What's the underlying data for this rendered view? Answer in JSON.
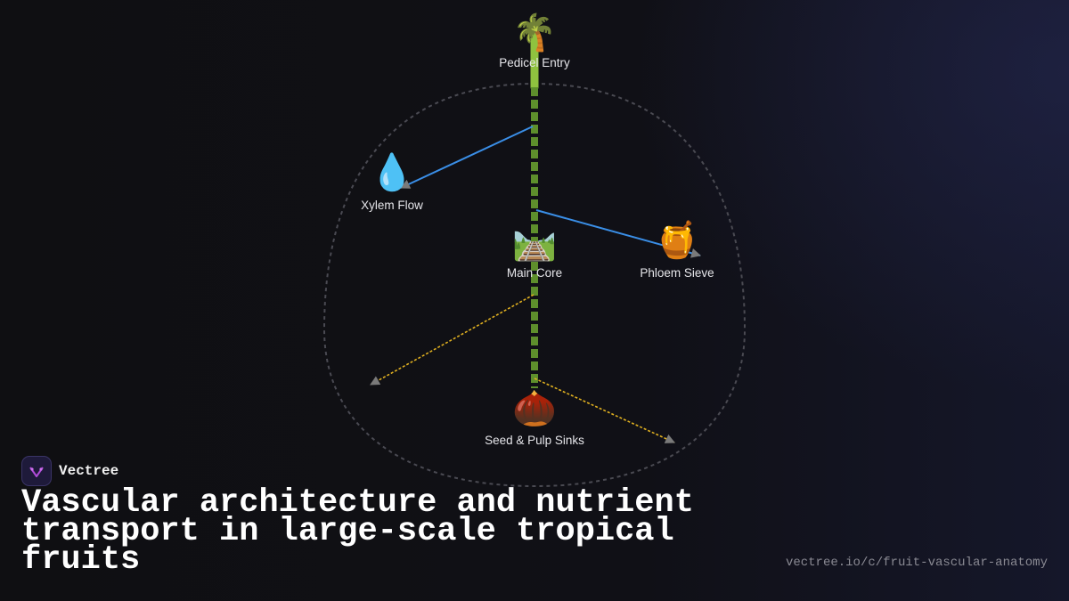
{
  "diagram": {
    "nodes": {
      "pedicel": {
        "label": "Pedicel Entry",
        "icon": "palm-tree-icon",
        "glyph": "🌴"
      },
      "xylem": {
        "label": "Xylem Flow",
        "icon": "water-drop-icon",
        "glyph": "💧"
      },
      "core": {
        "label": "Main Core",
        "icon": "railway-track-icon",
        "glyph": "🛤️"
      },
      "phloem": {
        "label": "Phloem Sieve",
        "icon": "honey-pot-icon",
        "glyph": "🍯"
      },
      "sinks": {
        "label": "Seed & Pulp Sinks",
        "icon": "chestnut-icon",
        "glyph": "🌰"
      }
    },
    "colors": {
      "trunk": "#5e8f2c",
      "trunk_top": "#8fc23f",
      "xylem_edge": "#3a8ee6",
      "phloem_edge": "#3a8ee6",
      "sink_edge": "#e0b020",
      "boundary": "#4a4a52",
      "arrowhead": "#777777"
    }
  },
  "brand": {
    "name": "Vectree",
    "logo_color": "#b04cd8"
  },
  "headline": "Vascular architecture and nutrient transport in large-scale tropical fruits",
  "source_url": "vectree.io/c/fruit-vascular-anatomy"
}
